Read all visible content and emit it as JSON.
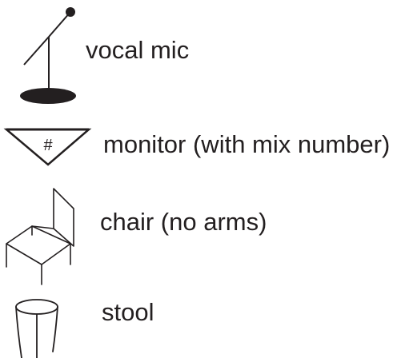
{
  "legend": {
    "items": [
      {
        "icon": "vocal-mic-icon",
        "label": "vocal mic"
      },
      {
        "icon": "monitor-icon",
        "label": "monitor (with mix number)",
        "icon_text": "#"
      },
      {
        "icon": "chair-icon",
        "label": "chair (no arms)"
      },
      {
        "icon": "stool-icon",
        "label": "stool"
      }
    ]
  },
  "colors": {
    "ink": "#231f20",
    "background": "#ffffff"
  }
}
